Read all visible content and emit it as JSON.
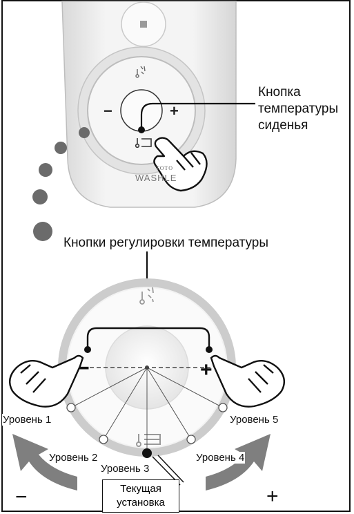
{
  "callout": {
    "seat_temp_button_lines": [
      "Кнопка",
      "температуры",
      "сиденья"
    ],
    "adjust_buttons": "Кнопки регулировки температуры"
  },
  "brand": {
    "line1": "TOTO",
    "line2": "WASHLET"
  },
  "levels": {
    "level1": "Уровень 1",
    "level2": "Уровень 2",
    "level3": "Уровень 3",
    "level4": "Уровень 4",
    "level5": "Уровень 5"
  },
  "current_setting_lines": [
    "Текущая",
    "установка"
  ],
  "signs": {
    "minus": "−",
    "plus": "+"
  },
  "colors": {
    "remote_body": "#ececec",
    "ring": "#cfcfcf",
    "arrow": "#7f7f7f",
    "dots": "#6d6d6d"
  }
}
